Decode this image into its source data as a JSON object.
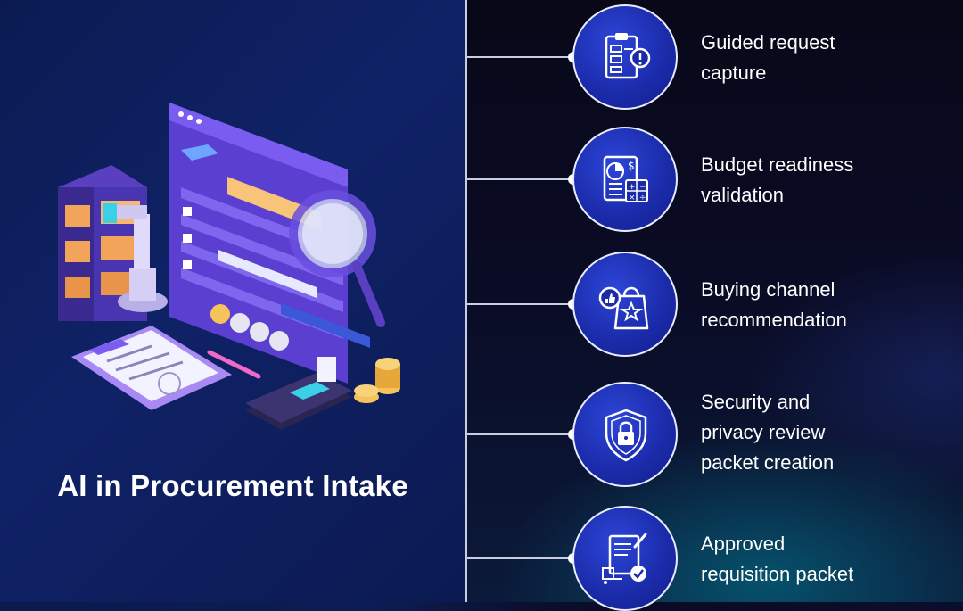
{
  "title": "AI in Procurement Intake",
  "steps": [
    {
      "icon": "clipboard-checklist-icon",
      "lines": [
        "Guided request",
        "capture"
      ]
    },
    {
      "icon": "budget-calculator-icon",
      "lines": [
        "Budget readiness",
        "validation"
      ]
    },
    {
      "icon": "shopping-bag-icon",
      "lines": [
        "Buying channel",
        "recommendation"
      ]
    },
    {
      "icon": "security-shield-lock-icon",
      "lines": [
        "Security and",
        "privacy review",
        "packet creation"
      ]
    },
    {
      "icon": "approved-document-icon",
      "lines": [
        "Approved",
        "requisition packet"
      ]
    }
  ],
  "colors": {
    "accent": "#1f33c4",
    "text": "#ffffff",
    "line": "#c9cde0"
  }
}
